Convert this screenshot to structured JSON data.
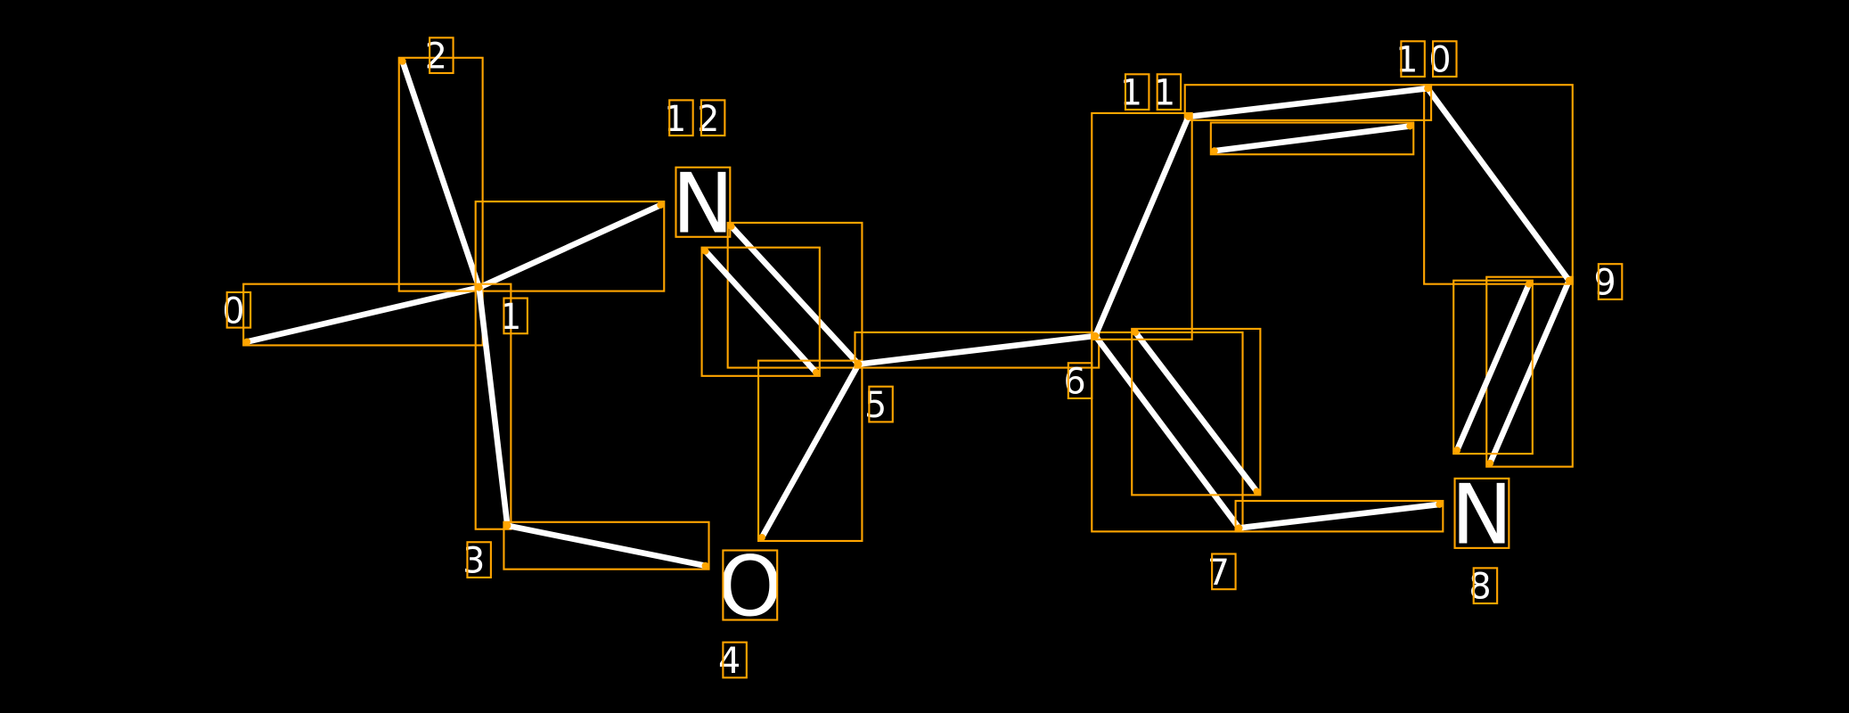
{
  "title": "",
  "colors": {
    "background": "#000000",
    "bond": "#FFFFFF",
    "box": "#FFA500"
  },
  "atoms": [
    {
      "index": "0",
      "element": "C"
    },
    {
      "index": "1",
      "element": "C"
    },
    {
      "index": "2",
      "element": "C"
    },
    {
      "index": "3",
      "element": "C"
    },
    {
      "index": "4",
      "element": "O"
    },
    {
      "index": "5",
      "element": "C"
    },
    {
      "index": "6",
      "element": "C"
    },
    {
      "index": "7",
      "element": "C"
    },
    {
      "index": "8",
      "element": "N"
    },
    {
      "index": "9",
      "element": "C"
    },
    {
      "index": "10",
      "element": "C"
    },
    {
      "index": "11",
      "element": "C"
    },
    {
      "index": "12",
      "element": "N"
    }
  ],
  "bonds": [
    {
      "a": 0,
      "b": 1,
      "order": 1
    },
    {
      "a": 1,
      "b": 2,
      "order": 1
    },
    {
      "a": 1,
      "b": 12,
      "order": 1
    },
    {
      "a": 1,
      "b": 3,
      "order": 1
    },
    {
      "a": 3,
      "b": 4,
      "order": 1
    },
    {
      "a": 12,
      "b": 5,
      "order": 2
    },
    {
      "a": 5,
      "b": 4,
      "order": 1
    },
    {
      "a": 5,
      "b": 6,
      "order": 1
    },
    {
      "a": 6,
      "b": 7,
      "order": 2
    },
    {
      "a": 7,
      "b": 8,
      "order": 1
    },
    {
      "a": 8,
      "b": 9,
      "order": 2
    },
    {
      "a": 9,
      "b": 10,
      "order": 1
    },
    {
      "a": 10,
      "b": 11,
      "order": 2
    },
    {
      "a": 11,
      "b": 6,
      "order": 1
    }
  ]
}
